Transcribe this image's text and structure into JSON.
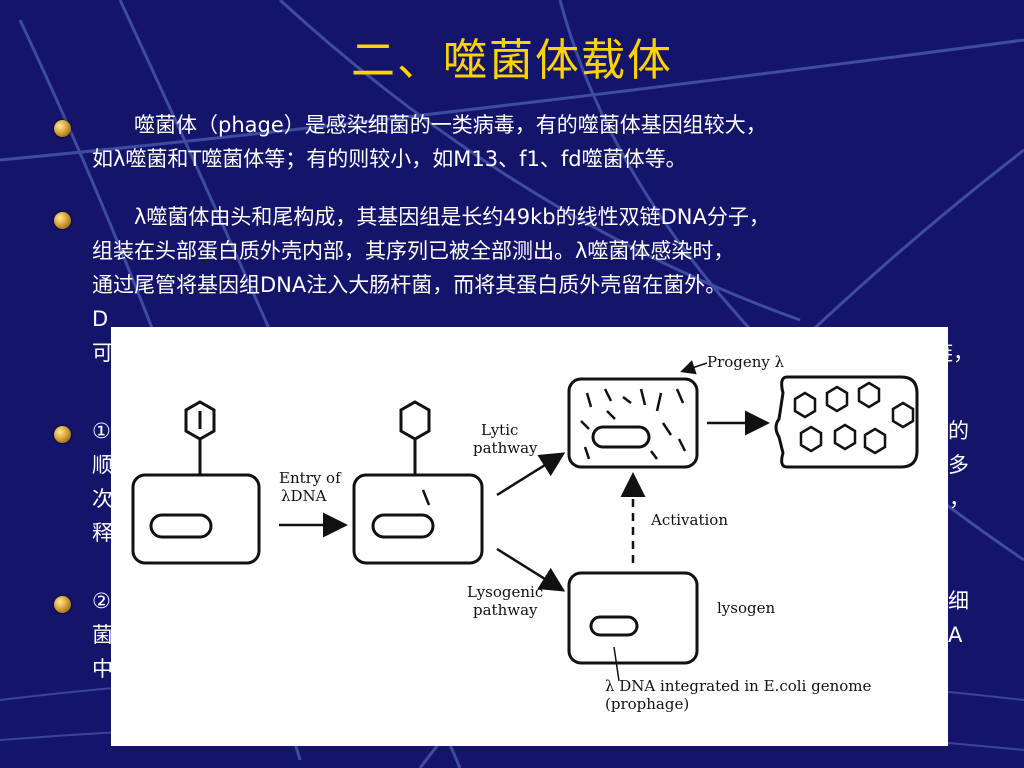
{
  "slide": {
    "title": "二、噬菌体载体"
  },
  "bullets": [
    {
      "lines": [
        "　　噬菌体（phage）是感染细菌的一类病毒，有的噬菌体基因组较大，",
        "如λ噬菌和T噬菌体等；有的则较小，如M13、f1、fd噬菌体等。"
      ]
    },
    {
      "lines": [
        "　　λ噬菌体由头和尾构成，其基因组是长约49kb的线性双链DNA分子，",
        "组装在头部蛋白质外壳内部，其序列已被全部测出。λ噬菌体感染时，",
        "通过尾管将基因组DNA注入大肠杆菌，而将其蛋白质外壳留在菌外。",
        "D",
        "可"
      ],
      "right_fragments": [
        "链，"
      ]
    },
    {
      "lines": [
        "①",
        "顺",
        "次",
        "释"
      ],
      "right_fragments": [
        "的",
        "多",
        "菌，"
      ]
    },
    {
      "lines": [
        "②",
        "菌",
        "中"
      ],
      "right_fragments": [
        "细",
        "A"
      ]
    }
  ],
  "figure": {
    "labels": {
      "entry_line1": "Entry of",
      "entry_line2": "λDNA",
      "lytic_line1": "Lytic",
      "lytic_line2": "pathway",
      "lysogenic_line1": "Lysogenic",
      "lysogenic_line2": "pathway",
      "progeny": "Progeny λ",
      "activation": "Activation",
      "lysogen": "lysogen",
      "integrated_line1": "λ DNA integrated in E.coli genome",
      "integrated_line2": "(prophage)"
    }
  },
  "colors": {
    "background": "#14146a",
    "title": "#ffd200",
    "text": "#ffffff",
    "bullet": "#d6a336"
  }
}
